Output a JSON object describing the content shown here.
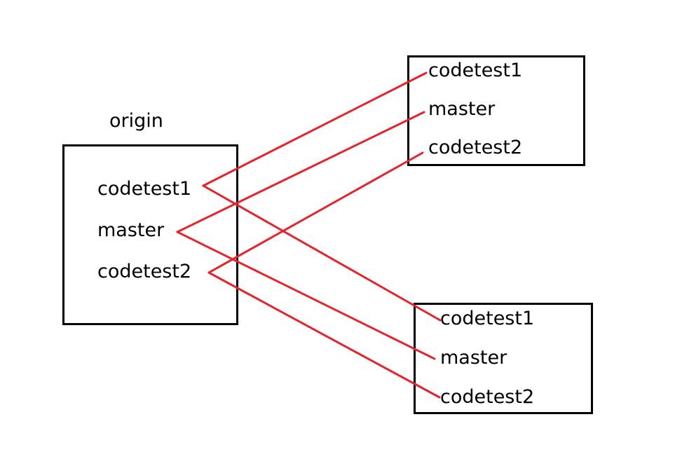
{
  "origin": {
    "title": "origin",
    "branches": [
      "codetest1",
      "master",
      "codetest2"
    ]
  },
  "remote_top": {
    "branches": [
      "codetest1",
      "master",
      "codetest2"
    ]
  },
  "remote_bottom": {
    "branches": [
      "codetest1",
      "master",
      "codetest2"
    ]
  },
  "colors": {
    "link": "#e8212b",
    "box_border": "#000000"
  }
}
